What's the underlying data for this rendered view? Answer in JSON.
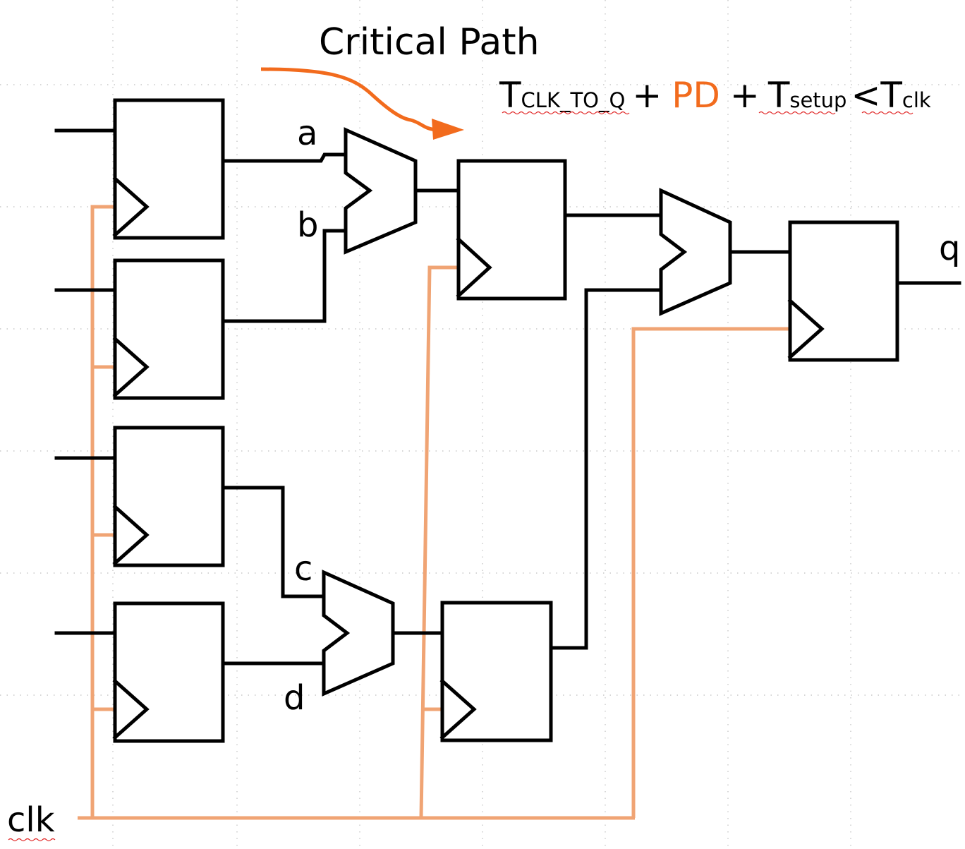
{
  "title": "Critical Path",
  "equation": {
    "t1": "T",
    "t1_sub": "CLK_TO_Q",
    "plus1": "+",
    "pd": "PD",
    "plus2": "+",
    "t2": "T",
    "t2_sub": "setup",
    "lt": "<",
    "t3": "T",
    "t3_sub": "clk"
  },
  "signals": {
    "a": "a",
    "b": "b",
    "c": "c",
    "d": "d",
    "q": "q",
    "clk": "clk"
  },
  "colors": {
    "critical_path_arrow": "#F26B1D",
    "pd_text": "#F26B1D",
    "clock_net": "#F0A474",
    "wires": "#000000",
    "spellcheck_underline": "#e02020"
  }
}
